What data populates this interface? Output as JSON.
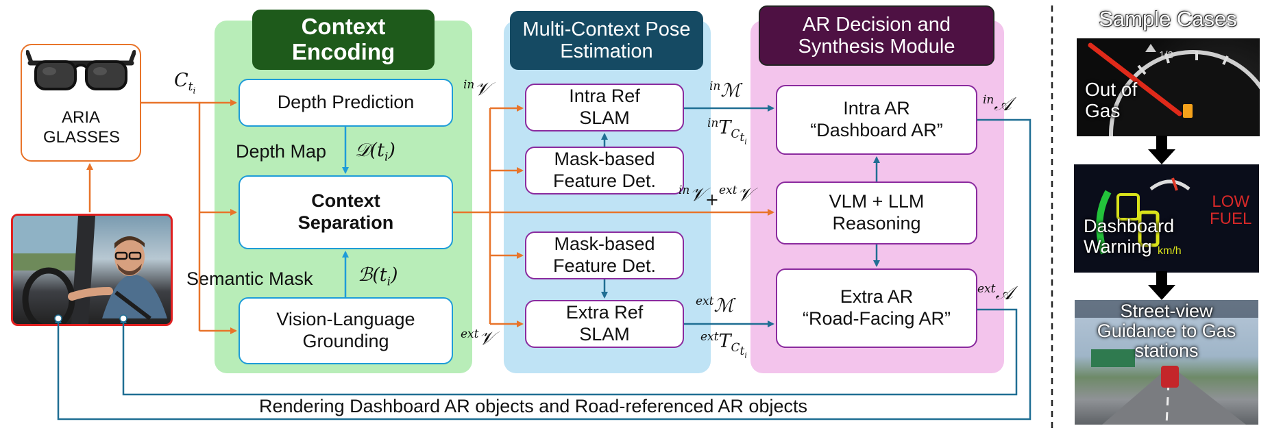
{
  "headers": {
    "context_encoding": "Context Encoding",
    "pose_estimation": "Multi-Context Pose Estimation",
    "ar_module": "AR Decision and Synthesis Module",
    "sample_cases": "Sample Cases"
  },
  "aria": {
    "label": "ARIA GLASSES"
  },
  "encoding": {
    "depth_prediction": "Depth Prediction",
    "context_separation": "Context Separation",
    "vision_language": "Vision-Language Grounding",
    "depth_map_label": "Depth Map",
    "semantic_mask_label": "Semantic Mask"
  },
  "pose": {
    "intra_slam": "Intra Ref SLAM",
    "mask_feature_top": "Mask-based Feature Det.",
    "mask_feature_bottom": "Mask-based Feature Det.",
    "extra_slam": "Extra Ref SLAM"
  },
  "ar": {
    "intra_ar": "Intra AR",
    "intra_ar_sub": "“Dashboard AR”",
    "vlm": "VLM + LLM Reasoning",
    "extra_ar": "Extra AR",
    "extra_ar_sub": "“Road-Facing AR”"
  },
  "math": {
    "c_ti": "C",
    "c_ti_sub": "t",
    "c_ti_subsub": "i",
    "depth_fn": "𝒟(t",
    "mask_fn": "ℬ(t",
    "in_v": "𝒱",
    "ext_v": "𝒱",
    "in_m": "ℳ",
    "ext_m": "ℳ",
    "in_t": "T",
    "ext_t": "T",
    "in_a": "𝒜",
    "ext_a": "𝒜",
    "plus": "+",
    "sup_in": "in",
    "sup_ext": "ext"
  },
  "bottom_caption": "Rendering Dashboard AR objects and Road-referenced AR objects",
  "cases": {
    "case1": "Out of Gas",
    "case2": "Dashboard Warning",
    "case2_sign_line1": "LOW",
    "case2_sign_line2": "FUEL",
    "case2_speed": "km/h",
    "case3": "Street-view Guidance to Gas stations",
    "gauge_half": "1/2"
  },
  "colors": {
    "orange": "#e8742a",
    "blue": "#1f6e93",
    "green_panel": "#b8edb8",
    "blue_panel": "#bfe3f5",
    "pink_panel": "#f3c4ec",
    "green_header": "#1e5a1b",
    "blue_header": "#154a63",
    "purple_header": "#4e1143"
  }
}
